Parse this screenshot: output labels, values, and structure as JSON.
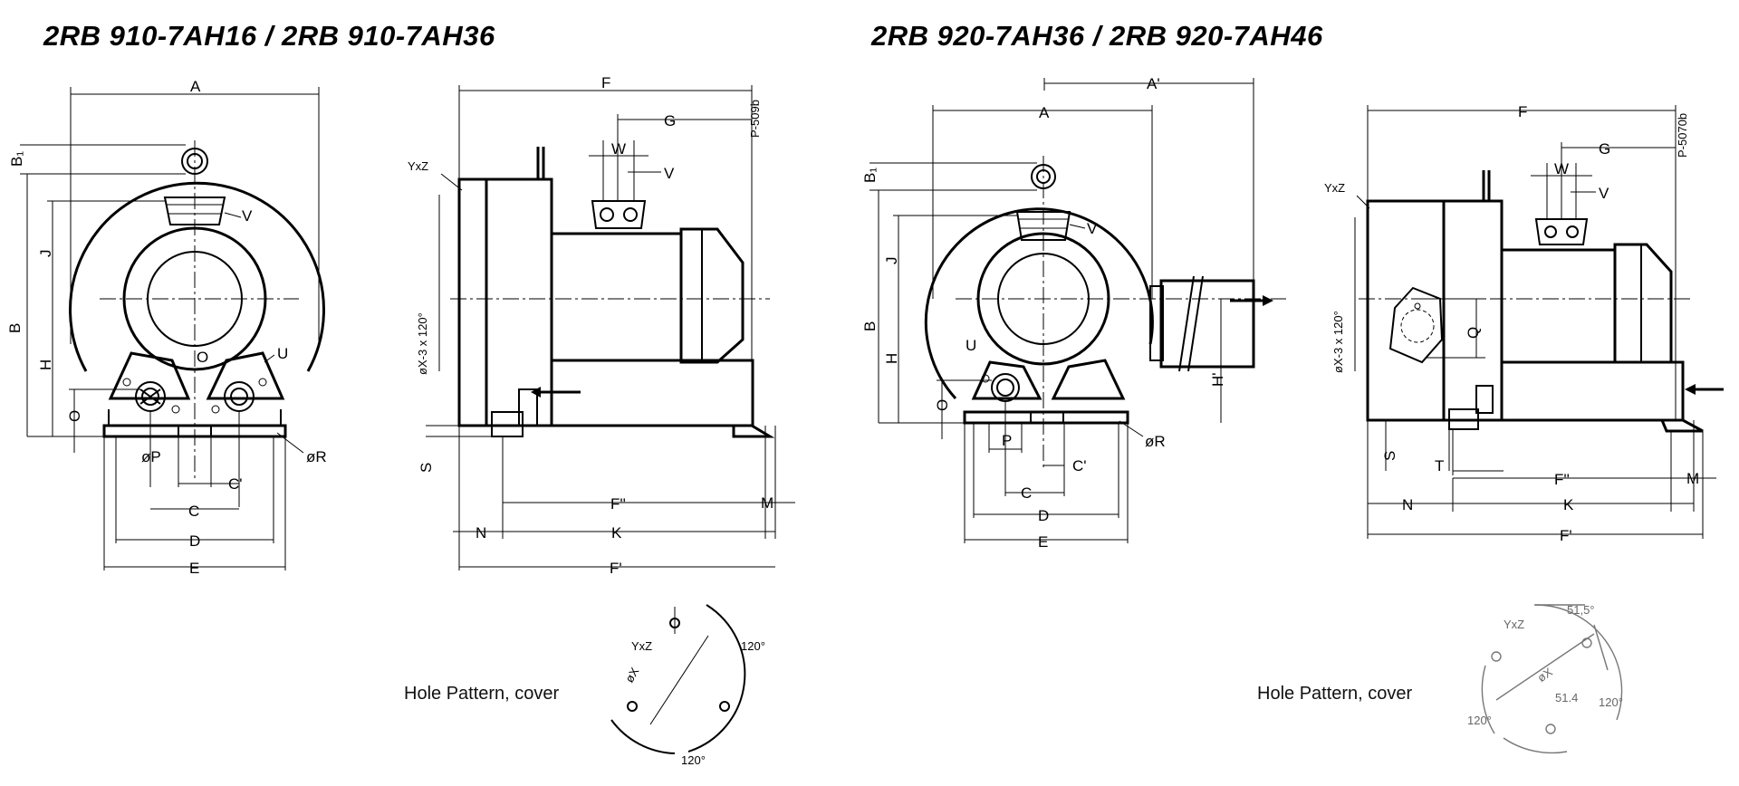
{
  "titles": {
    "left": "2RB 910-7AH16 / 2RB 910-7AH36",
    "right": "2RB 920-7AH36 / 2RB 920-7AH46"
  },
  "captions": {
    "left": "Hole Pattern, cover",
    "right": "Hole Pattern, cover"
  },
  "drawing_refs": {
    "left": "P-509b",
    "right": "P-5070b"
  },
  "dims": {
    "A": "A",
    "A1": "A'",
    "B": "B",
    "B1": "B₁",
    "C": "C",
    "C1": "C'",
    "D": "D",
    "E": "E",
    "F": "F",
    "F1": "F'",
    "F2": "F''",
    "G": "G",
    "H": "H",
    "H1": "H'",
    "J": "J",
    "K": "K",
    "M": "M",
    "N": "N",
    "O": "O",
    "P": "P",
    "phiP": "øP",
    "Q": "Q",
    "phiR": "øR",
    "S": "S",
    "T": "T",
    "U": "U",
    "V": "V",
    "W": "W",
    "YxZ": "YxZ",
    "phiX3": "øX-3 x 120°",
    "phiX": "øX"
  },
  "angles": {
    "a120": "120°",
    "a515": "51,5°",
    "a514": "51.4"
  }
}
